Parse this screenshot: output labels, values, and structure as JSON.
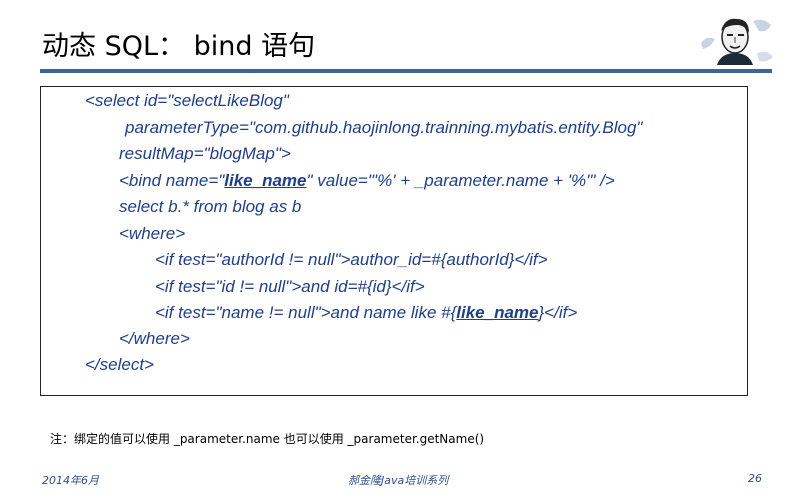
{
  "slide": {
    "title": "动态 SQL： bind 语句",
    "code": {
      "l1": "<select id=\"selectLikeBlog\"",
      "l2": "parameterType=\"com.github.haojinlong.trainning.mybatis.entity.Blog\"",
      "l3": "resultMap=\"blogMap\">",
      "l4_pre": "<bind name=\"",
      "l4_em": "like_name",
      "l4_post": "\" value=\"'%' + _parameter.name + '%'\" />",
      "l5": "select b.* from blog as b",
      "l6": "<where>",
      "l7": "<if test=\"authorId != null\">author_id=#{authorId}</if>",
      "l8": "<if test=\"id != null\">and id=#{id}</if>",
      "l9_pre": "<if test=\"name != null\">and name like #{",
      "l9_em": "like_name",
      "l9_post": "}</if>",
      "l10": "</where>",
      "l11": "</select>"
    },
    "note": "注：绑定的值可以使用 _parameter.name 也可以使用 _parameter.getName()",
    "footer": {
      "date": "2014年6月",
      "series": "郝金隆Java培训系列",
      "page": "26"
    },
    "colors": {
      "accent_rule": "#3e6499",
      "code_text": "#1f3f86",
      "footer_text": "#2d4f8c"
    },
    "icons": {
      "avatar": "presenter-portrait-sketch"
    }
  }
}
